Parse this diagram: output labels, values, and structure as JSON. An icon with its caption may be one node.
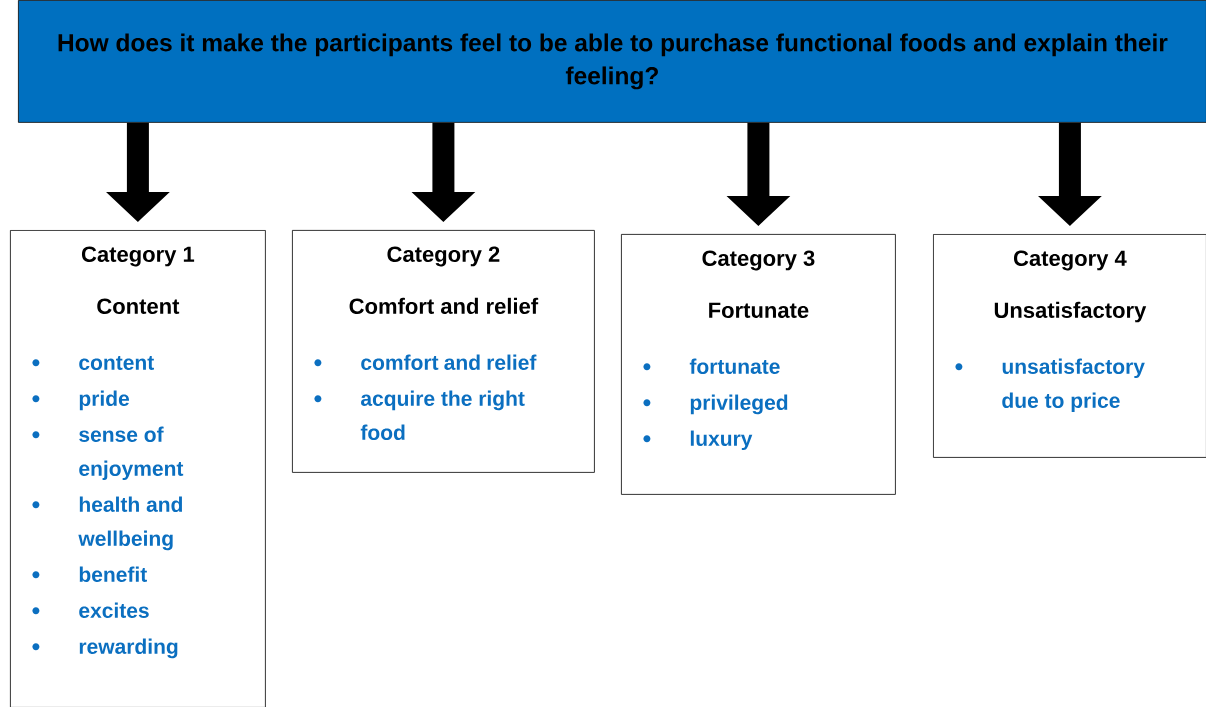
{
  "diagram": {
    "nodes": [
      {
        "text": [
          "How does it make the participants feel to be able to purchase functional foods and explain their feeling?"
        ]
      },
      {
        "text": [
          "Category 1",
          "Content",
          "content",
          "pride",
          "sense of enjoyment",
          "health and wellbeing",
          "benefit",
          "excites",
          "rewarding"
        ]
      },
      {
        "text": [
          "Category 2",
          "Comfort and relief",
          "comfort and relief",
          "acquire the right food"
        ]
      },
      {
        "text": [
          "Category 3",
          "Fortunate",
          "fortunate",
          "privileged",
          "luxury"
        ]
      },
      {
        "text": [
          "Category 4",
          "Unsatisfactory",
          "unsatisfactory due to price"
        ]
      }
    ],
    "edges": [
      {
        "from": 0,
        "to": 1,
        "arrow": "to"
      },
      {
        "from": 0,
        "to": 2,
        "arrow": "to"
      },
      {
        "from": 0,
        "to": 3,
        "arrow": "to"
      },
      {
        "from": 0,
        "to": 4,
        "arrow": "to"
      }
    ]
  }
}
